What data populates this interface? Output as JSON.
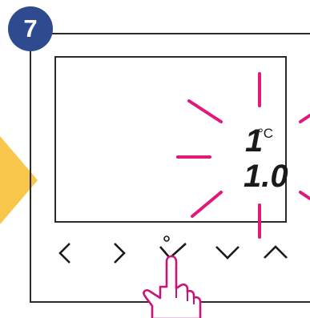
{
  "step": {
    "number": "7"
  },
  "display": {
    "top_value": "1",
    "unit": "°C",
    "bottom_value": "1.0"
  },
  "buttons": [
    {
      "name": "left-button",
      "icon": "chevron-left-icon"
    },
    {
      "name": "right-button",
      "icon": "chevron-right-icon"
    },
    {
      "name": "confirm-button",
      "icon": "check-icon"
    },
    {
      "name": "down-button",
      "icon": "chevron-down-icon"
    },
    {
      "name": "up-button",
      "icon": "chevron-up-icon"
    }
  ],
  "colors": {
    "badge": "#2d4b8e",
    "flash": "#e0197d",
    "hint_arrow": "#f7c64a",
    "hand": "#c8157a"
  }
}
